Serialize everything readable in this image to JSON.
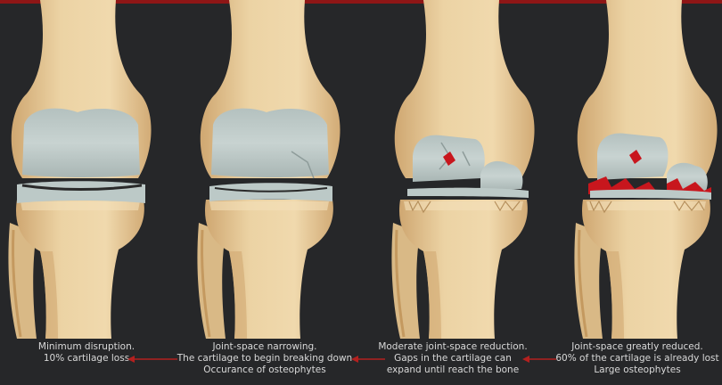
{
  "stages": [
    {
      "lines": [
        "Minimum disruption.",
        "10% cartilage loss"
      ]
    },
    {
      "lines": [
        "Joint-space narrowing.",
        "The cartilage to begin breaking down",
        "Occurance of osteophytes"
      ]
    },
    {
      "lines": [
        "Moderate joint-space reduction.",
        "Gaps in the cartilage can",
        "expand until reach the bone"
      ]
    },
    {
      "lines": [
        "Joint-space greatly reduced.",
        "60% of the cartilage is already lost",
        "Large osteophytes"
      ]
    }
  ],
  "colors": {
    "background": "#262729",
    "bone": "#ecd3a4",
    "bone_shadow": "#cfa771",
    "cartilage": "#c3cfcd",
    "damage": "#c8161d",
    "arrow": "#b3201f",
    "text": "#d9d9d9"
  }
}
